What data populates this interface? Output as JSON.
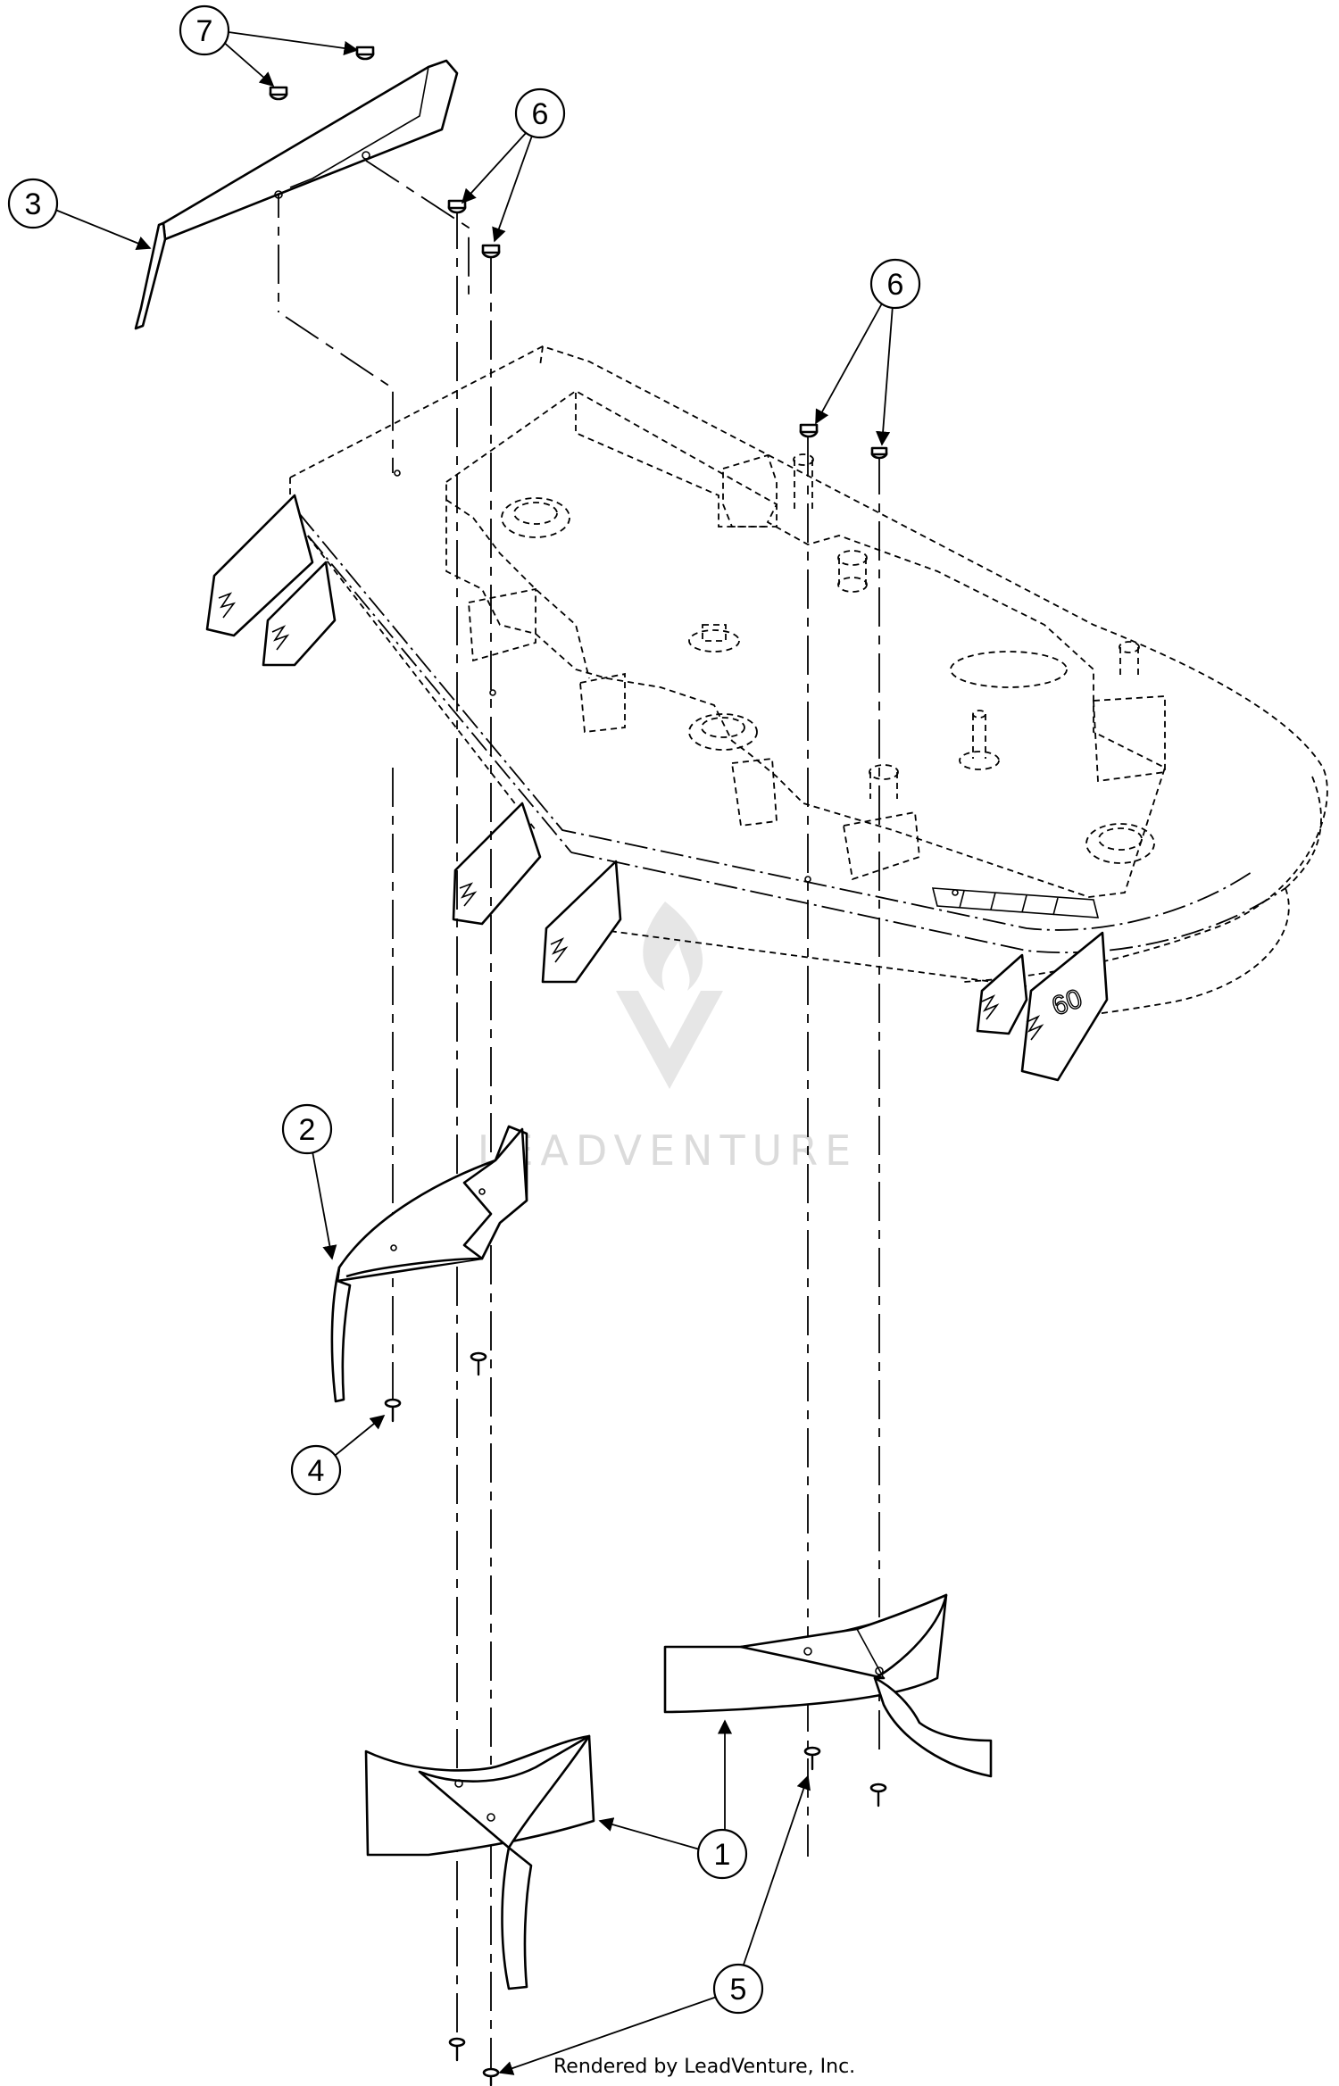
{
  "diagram": {
    "callouts": [
      {
        "id": "c1",
        "label": "1"
      },
      {
        "id": "c2",
        "label": "2"
      },
      {
        "id": "c3",
        "label": "3"
      },
      {
        "id": "c4",
        "label": "4"
      },
      {
        "id": "c5",
        "label": "5"
      },
      {
        "id": "c6a",
        "label": "6"
      },
      {
        "id": "c6b",
        "label": "6"
      },
      {
        "id": "c7",
        "label": "7"
      }
    ],
    "deck_size_label": "60",
    "watermark": "LEADVENTURE",
    "credit": "Rendered by LeadVenture, Inc."
  }
}
